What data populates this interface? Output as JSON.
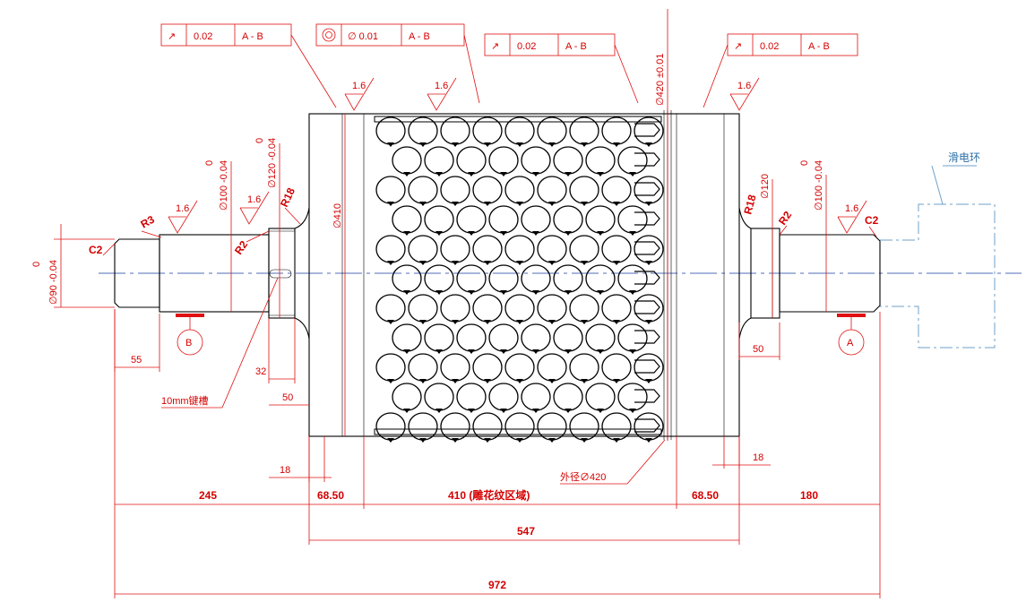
{
  "frames": {
    "left_runout": {
      "sym": "↗",
      "tol": "0.02",
      "ref": "A - B"
    },
    "coax": {
      "sym": "◎",
      "tol": "∅ 0.01",
      "ref": "A - B"
    },
    "mid_runout": {
      "sym": "↗",
      "tol": "0.02",
      "ref": "A - B"
    },
    "right_runout": {
      "sym": "↗",
      "tol": "0.02",
      "ref": "A - B"
    }
  },
  "dims": {
    "d420_tol": "∅420 ±0.01",
    "roughness": "1.6",
    "d410": "∅410",
    "d120_left": "∅120 -0.04",
    "d120_left_upper": "0",
    "d100_left": "∅100 -0.04",
    "d100_left_upper": "0",
    "d90": "∅90 -0.04",
    "d90_upper": "0",
    "d120_right": "∅120",
    "d100_right": "∅100 -0.04",
    "d100_right_upper": "0",
    "r3": "R3",
    "r18_left": "R18",
    "r2_left": "R2",
    "r18_right": "R18",
    "r2_right": "R2",
    "c2_left": "C2",
    "c2_right": "C2",
    "len_55": "55",
    "len_32": "32",
    "len_50_left": "50",
    "len_50_right": "50",
    "len_18_left": "18",
    "len_18_right": "18",
    "len_245": "245",
    "len_6850_left": "68.50",
    "len_410": "410 (雕花纹区域)",
    "len_6850_right": "68.50",
    "len_180": "180",
    "len_547": "547",
    "len_972": "972",
    "keyway": "10mm键槽",
    "outer_dia": "外径∅420",
    "slip_ring": "滑电环",
    "datum_a": "A",
    "datum_b": "B"
  },
  "colors": {
    "dimension": "#e01010",
    "outline": "#000000",
    "phantom": "#6fa0c8"
  }
}
